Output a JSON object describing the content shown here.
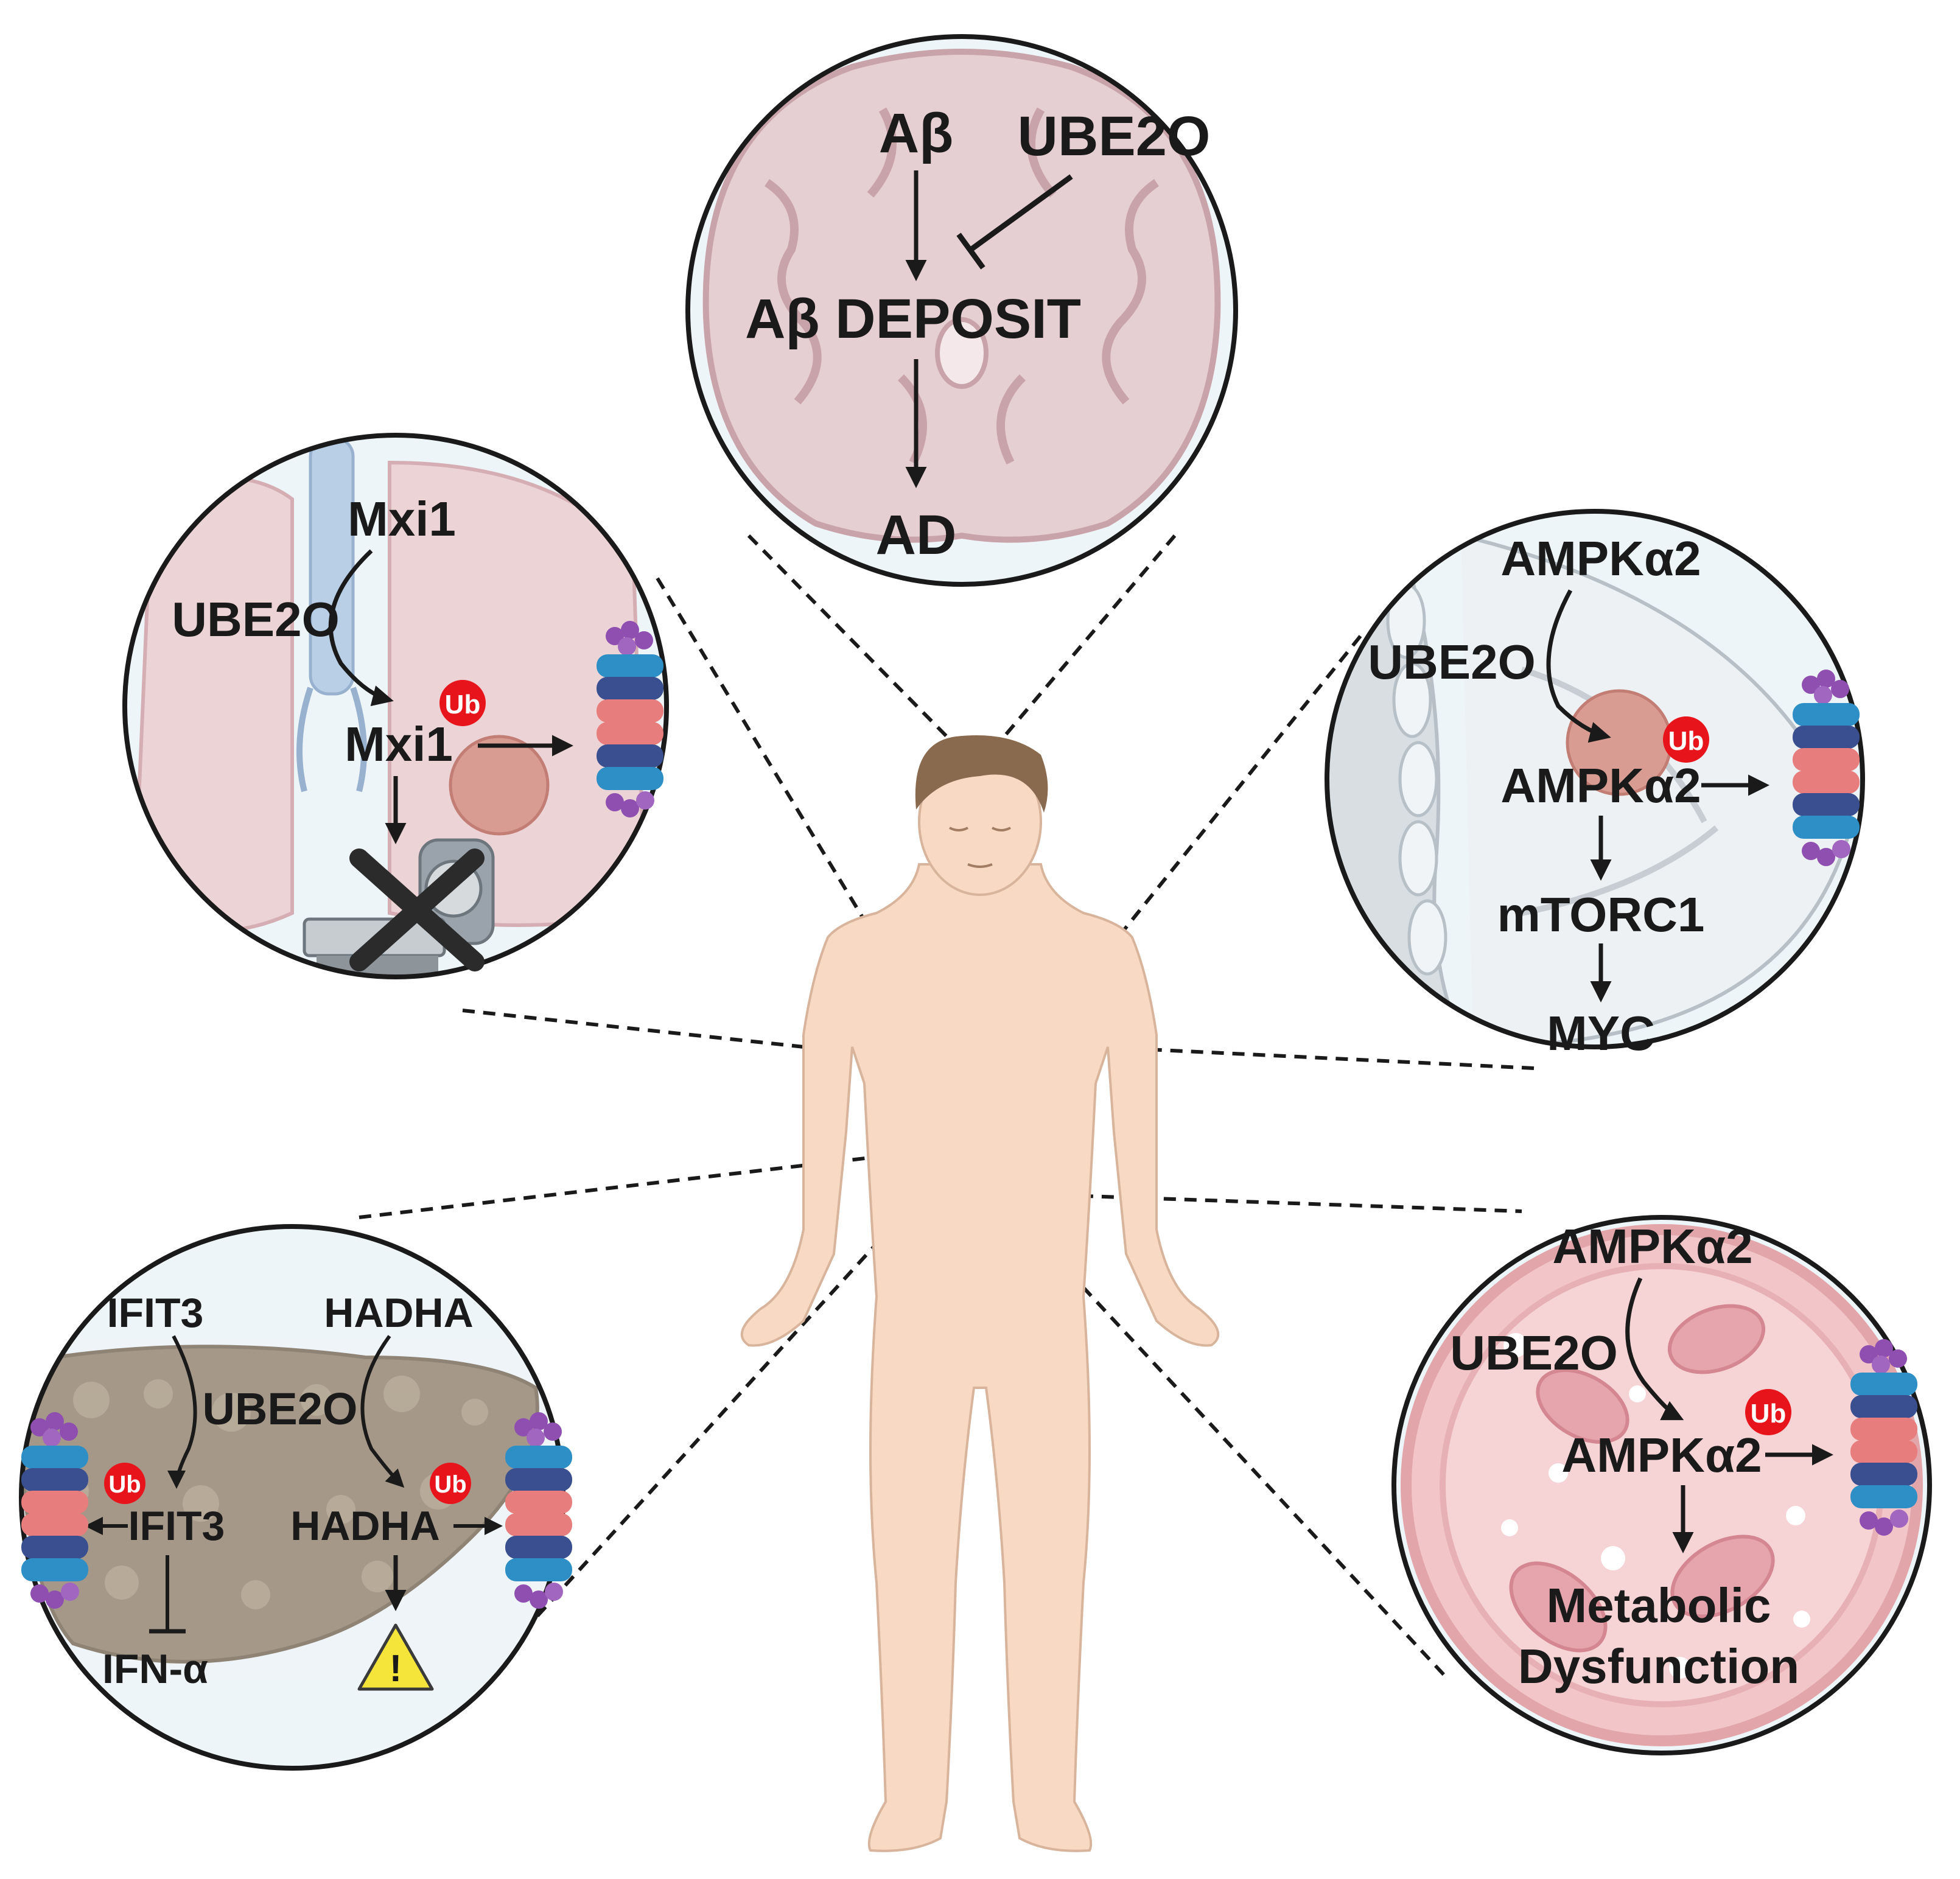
{
  "brain": {
    "abeta": "Aβ",
    "ube2o": "UBE2O",
    "deposit": "Aβ DEPOSIT",
    "ad": "AD"
  },
  "lung": {
    "mxi1_top": "Mxi1",
    "ube2o": "UBE2O",
    "ub": "Ub",
    "mxi1_ub": "Mxi1"
  },
  "breast": {
    "ampk_top": "AMPKα2",
    "ube2o": "UBE2O",
    "ub": "Ub",
    "ampk_ub": "AMPKα2",
    "mtorc1": "mTORC1",
    "myc": "MYC"
  },
  "liver": {
    "ifit3_top": "IFIT3",
    "hadha_top": "HADHA",
    "ube2o": "UBE2O",
    "ub_left": "Ub",
    "ub_right": "Ub",
    "ifit3_ub": "IFIT3",
    "hadha_ub": "HADHA",
    "ifn": "IFN-α",
    "warning_icon": "!"
  },
  "vessel": {
    "ampk_top": "AMPKα2",
    "ube2o": "UBE2O",
    "ub": "Ub",
    "ampk_ub": "AMPKα2",
    "outcome_line1": "Metabolic",
    "outcome_line2": "Dysfunction"
  },
  "colors": {
    "ub_badge": "#e8141b",
    "proteasome_purple": "#8e4fb0",
    "proteasome_blue": "#2e8fc6",
    "proteasome_navy": "#3a4f8f",
    "proteasome_pink": "#e77d7d",
    "skin": "#f7d9c4",
    "hair": "#8a6a4e"
  }
}
